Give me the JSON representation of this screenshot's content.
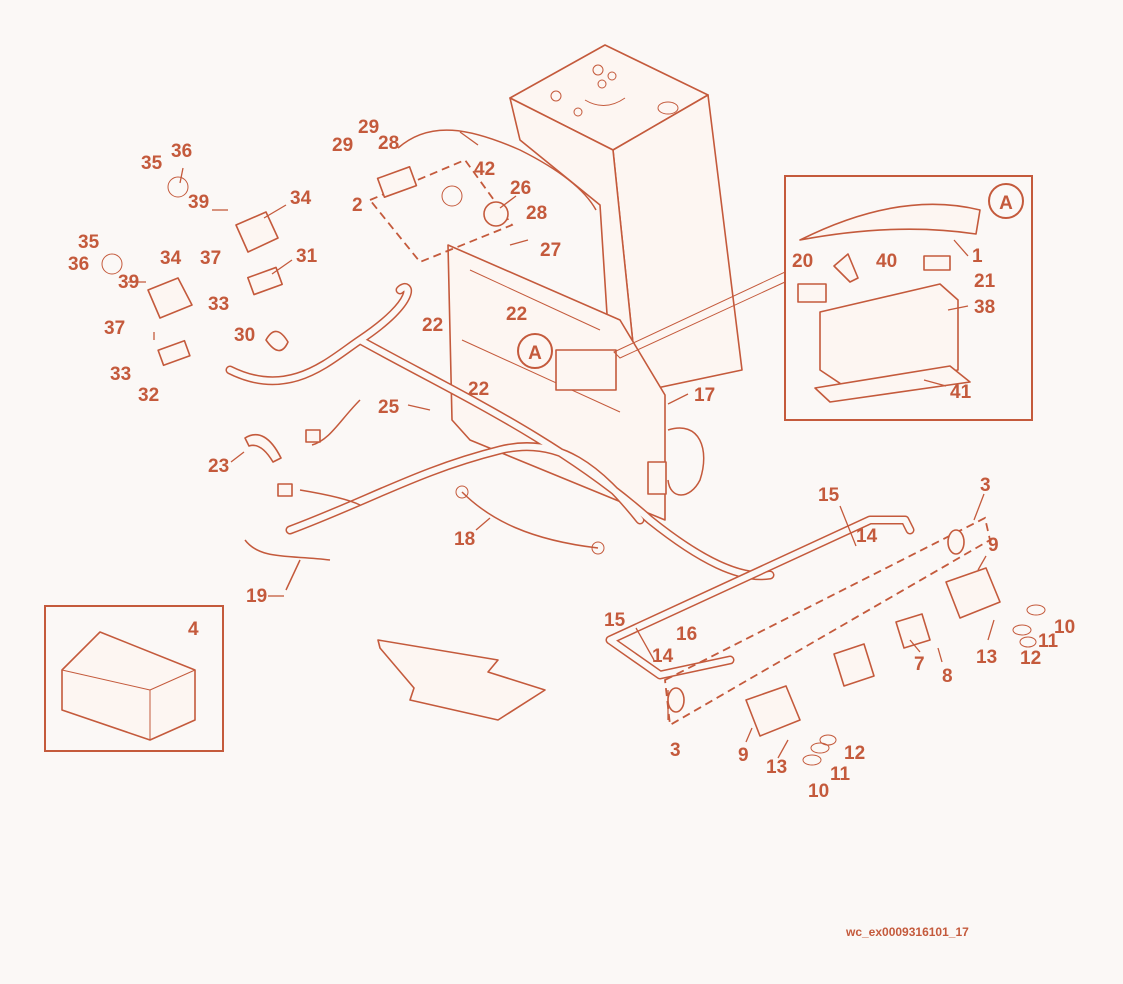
{
  "footer": {
    "reference": "wc_ex0009316101_17"
  },
  "callout_letters": [
    "A",
    "A"
  ],
  "labels": [
    "35",
    "36",
    "39",
    "34",
    "35",
    "36",
    "39",
    "34",
    "37",
    "33",
    "31",
    "37",
    "33",
    "32",
    "30",
    "29",
    "29",
    "28",
    "2",
    "42",
    "26",
    "28",
    "27",
    "22",
    "22",
    "22",
    "25",
    "23",
    "18",
    "19",
    "17",
    "20",
    "40",
    "1",
    "21",
    "38",
    "41",
    "15",
    "14",
    "3",
    "9",
    "10",
    "11",
    "12",
    "13",
    "7",
    "8",
    "15",
    "16",
    "14",
    "3",
    "9",
    "13",
    "12",
    "11",
    "10",
    "4"
  ],
  "colors": {
    "line": "#c45a3c",
    "background": "#fbf8f6"
  }
}
